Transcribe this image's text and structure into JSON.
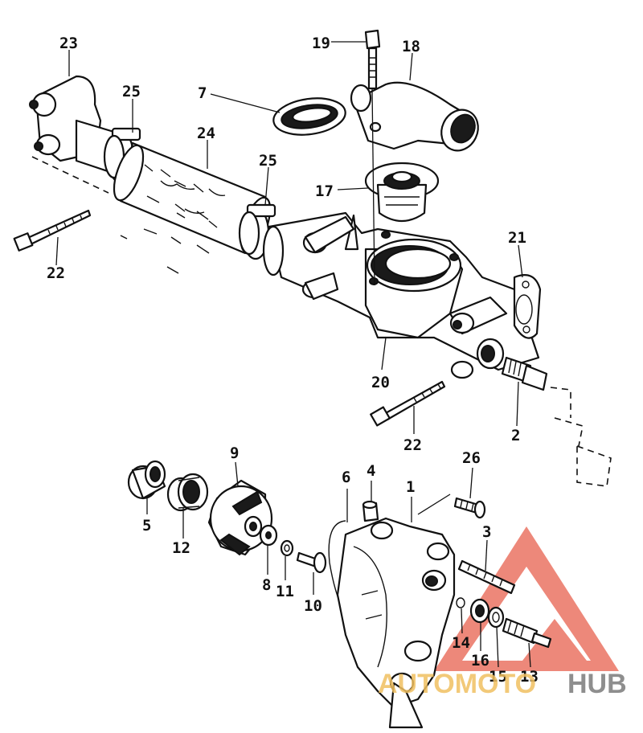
{
  "callouts": [
    "23",
    "25",
    "24",
    "7",
    "19",
    "18",
    "17",
    "25",
    "21",
    "22",
    "20",
    "22",
    "2",
    "9",
    "5",
    "12",
    "8",
    "11",
    "10",
    "6",
    "4",
    "1",
    "26",
    "3",
    "14",
    "16",
    "15",
    "13"
  ],
  "watermark": {
    "brand_left": "AUTOMOTO",
    "brand_right": "HUB",
    "colors": {
      "triangle": "#e8614e",
      "left": "#f0c060",
      "right": "#7a7a7a"
    }
  }
}
